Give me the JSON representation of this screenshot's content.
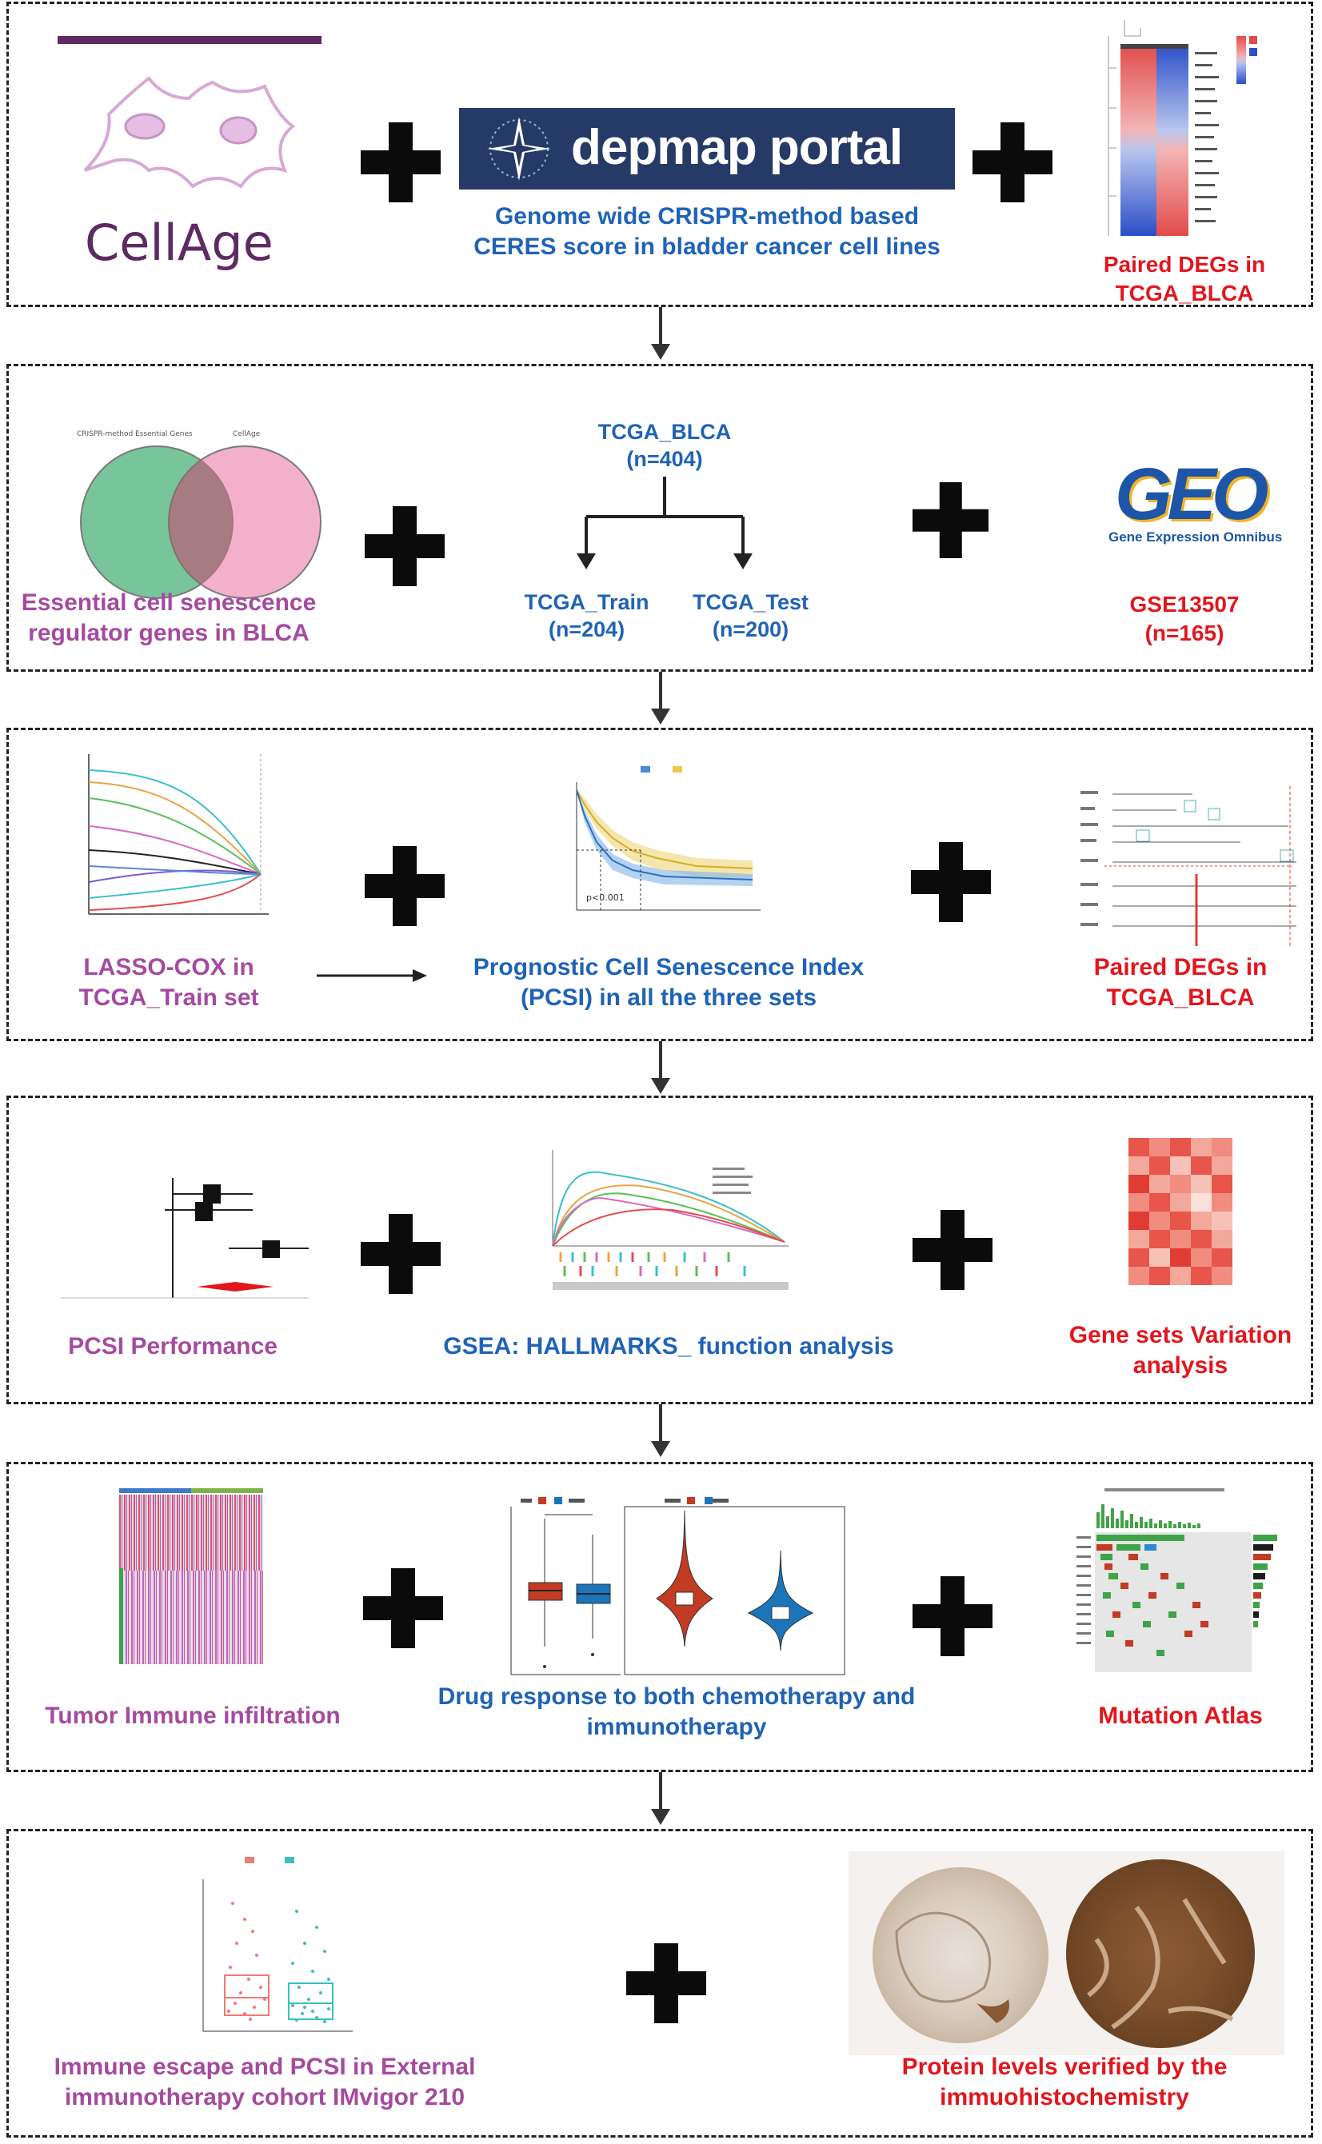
{
  "panel1": {
    "cellage_logo": "CellAge",
    "depmap_logo": "depmap portal",
    "depmap_caption": "Genome wide CRISPR-method based CERES score in bladder cancer cell lines",
    "heatmap_caption": "Paired DEGs in TCGA_BLCA"
  },
  "panel2": {
    "venn_caption": "Essential cell senescence regulator genes in BLCA",
    "venn_left_label": "CRISPR-method Essential Genes",
    "venn_right_label": "CellAge",
    "tree_root": "TCGA_BLCA",
    "tree_root_n": "(n=404)",
    "train_label": "TCGA_Train",
    "train_n": "(n=204)",
    "test_label": "TCGA_Test",
    "test_n": "(n=200)",
    "geo_logo": "GEO",
    "geo_sub": "Gene Expression Omnibus",
    "geo_caption": "GSE13507",
    "geo_n": "(n=165)"
  },
  "panel3": {
    "lasso_caption": "LASSO-COX in TCGA_Train set",
    "km_caption": "Prognostic Cell Senescence Index (PCSI) in all the three sets",
    "km_pvalue": "p<0.001",
    "nomogram_caption": "Paired DEGs in TCGA_BLCA"
  },
  "panel4": {
    "forest_caption": "PCSI Performance",
    "gsea_caption": "GSEA: HALLMARKS_ function analysis",
    "gsva_caption": "Gene sets Variation analysis"
  },
  "panel5": {
    "immune_caption": "Tumor Immune infiltration",
    "drug_caption": "Drug response to both chemotherapy and immunotherapy",
    "mutation_caption": "Mutation Atlas"
  },
  "panel6": {
    "escape_caption": "Immune escape and PCSI in External immunotherapy cohort IMvigor 210",
    "ihc_caption": "Protein levels verified by the immuohistochemistry"
  },
  "colors": {
    "blue": "#1f63b6",
    "red": "#e3161d",
    "purple": "#a54b9f",
    "cellage": "#5d2a63",
    "depmap_bg": "#253a66"
  }
}
